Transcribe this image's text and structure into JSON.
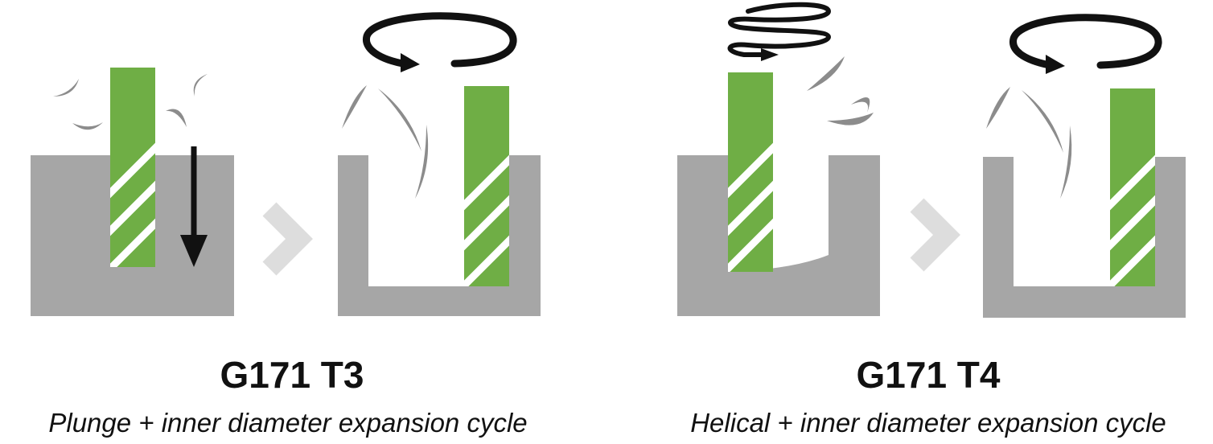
{
  "cycles": [
    {
      "code": "G171 T3",
      "description": "Plunge + inner diameter expansion cycle",
      "stages": [
        "plunge",
        "inner-diameter-expansion"
      ]
    },
    {
      "code": "G171 T4",
      "description": "Helical + inner diameter expansion cycle",
      "stages": [
        "helical",
        "inner-diameter-expansion"
      ]
    }
  ],
  "colors": {
    "workpiece": "#a6a6a6",
    "tool": "#6fae45",
    "tool_flute": "#ffffff",
    "chip": "#8c8c8c",
    "motion_arrow": "#111111",
    "stage_chevron": "#dddddd",
    "text": "#111111"
  },
  "icons": [
    "down-arrow-icon",
    "rotation-arrow-icon",
    "helical-arrow-icon",
    "chevron-right-icon"
  ]
}
